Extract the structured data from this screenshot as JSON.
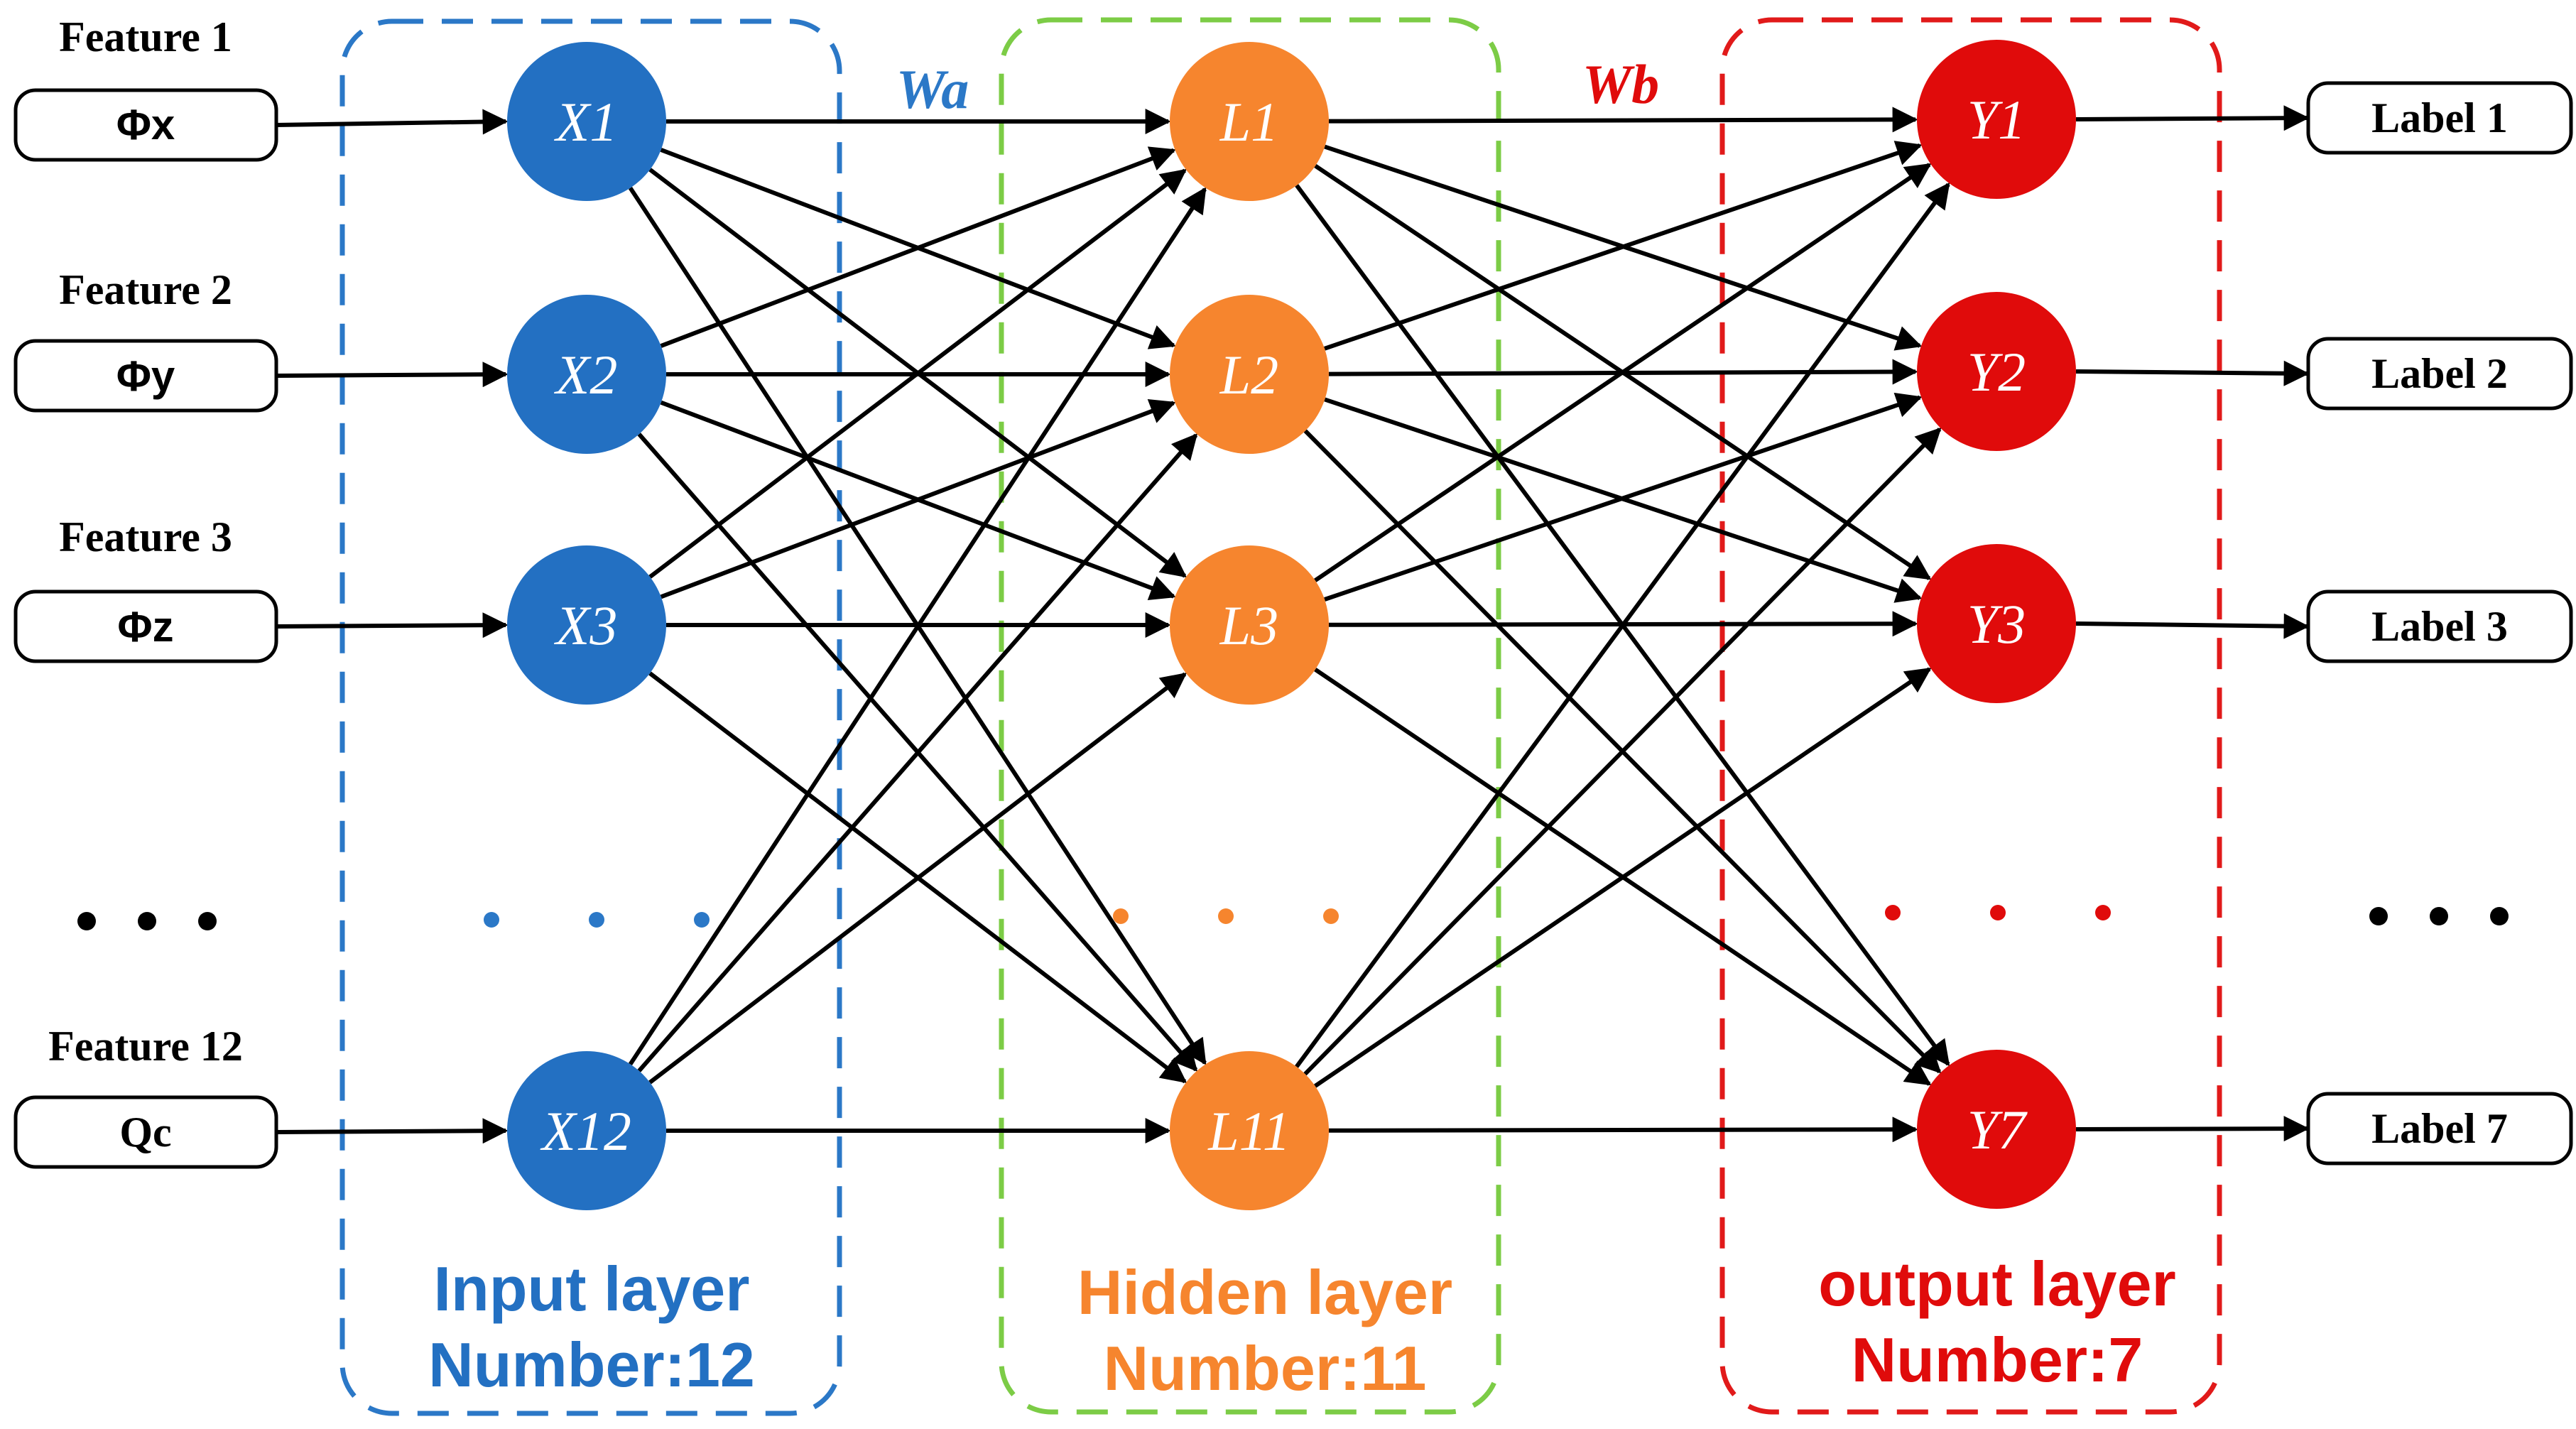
{
  "colors": {
    "input": "#2370c2",
    "hidden": "#f6852e",
    "output": "#e00b0b",
    "input_frame": "#2b78c7",
    "hidden_frame": "#7ccc46",
    "output_frame": "#e11a1a"
  },
  "inputs": [
    {
      "feature": "Feature 1",
      "value": "Φx"
    },
    {
      "feature": "Feature 2",
      "value": "Φy"
    },
    {
      "feature": "Feature 3",
      "value": "Φz"
    },
    {
      "feature": "Feature 12",
      "value": "Qc"
    }
  ],
  "input_nodes": [
    "X1",
    "X2",
    "X3",
    "X12"
  ],
  "hidden_nodes": [
    "L1",
    "L2",
    "L3",
    "L11"
  ],
  "output_nodes": [
    "Y1",
    "Y2",
    "Y3",
    "Y7"
  ],
  "labels": [
    "Label 1",
    "Label 2",
    "Label 3",
    "Label 7"
  ],
  "weights": {
    "input_hidden": "Wa",
    "hidden_output": "Wb"
  },
  "layers": {
    "input": {
      "title": "Input layer",
      "number": "Number:12"
    },
    "hidden": {
      "title": "Hidden layer",
      "number": "Number:11"
    },
    "output": {
      "title": "output layer",
      "number": "Number:7"
    }
  },
  "ellipsis": "• • •"
}
